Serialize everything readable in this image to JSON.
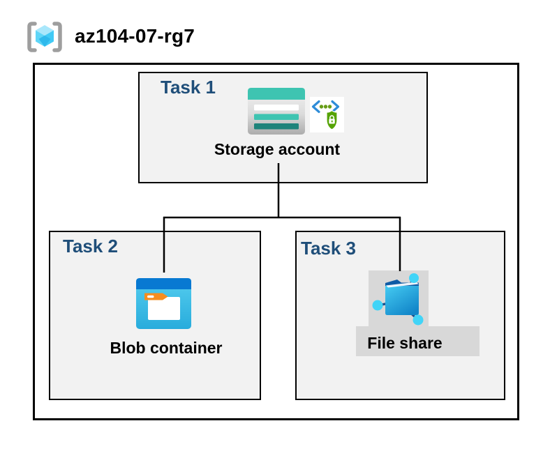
{
  "header": {
    "title": "az104-07-rg7",
    "icon": "resource-group-icon"
  },
  "resource_group": {
    "tasks": [
      {
        "label": "Task 1",
        "item": "Storage account",
        "icons": [
          "storage-account-icon",
          "secure-endpoint-icon"
        ]
      },
      {
        "label": "Task 2",
        "item": "Blob container",
        "icons": [
          "blob-container-icon"
        ]
      },
      {
        "label": "Task 3",
        "item": "File share",
        "icons": [
          "file-share-icon"
        ]
      }
    ],
    "connections": [
      {
        "from": "Storage account",
        "to": "Blob container"
      },
      {
        "from": "Storage account",
        "to": "File share"
      }
    ]
  },
  "colors": {
    "task_label": "#1F4E79",
    "task_box_bg": "#F2F2F2",
    "border": "#000000",
    "storage_teal": "#3EC4B1",
    "storage_teal_dark": "#1E837A",
    "blob_blue": "#0879D2",
    "blob_cyan": "#3FC2EA",
    "tag_orange": "#F78D1E",
    "shield_green": "#55A305",
    "chevron_blue": "#2E8CD8",
    "node_cyan": "#41D4F7",
    "file_share_bg": "#D8D8D8",
    "cube_cyan": "#5ED5F7",
    "bracket_gray": "#9E9E9E"
  }
}
